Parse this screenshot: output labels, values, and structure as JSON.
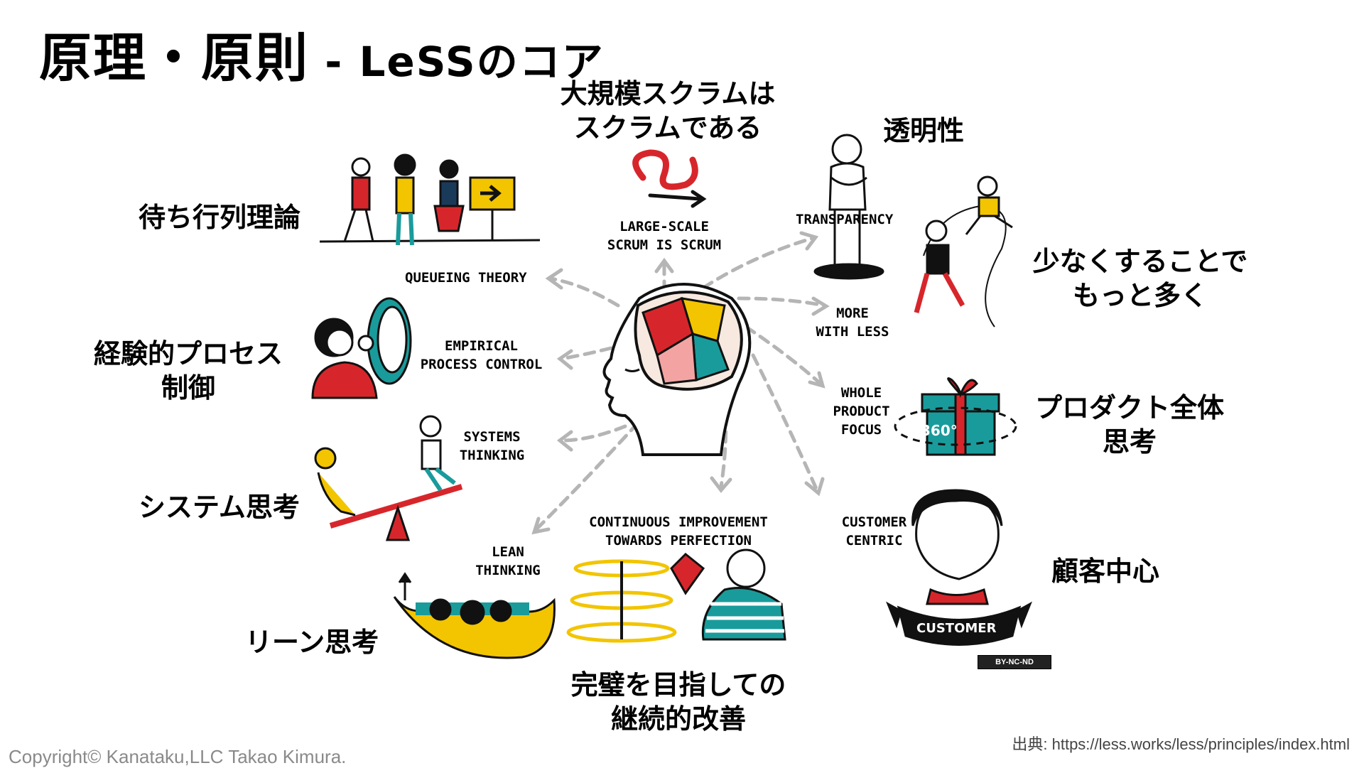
{
  "title": {
    "main": "原理・原則",
    "sub": " - LeSSのコア"
  },
  "principles": [
    {
      "id": "large-scale",
      "en": [
        "LARGE-SCALE",
        "SCRUM IS SCRUM"
      ],
      "jp": [
        "大規模スクラムは",
        "スクラムである"
      ]
    },
    {
      "id": "transparency",
      "en": [
        "TRANSPARENCY"
      ],
      "jp": [
        "透明性"
      ]
    },
    {
      "id": "more-with-less",
      "en": [
        "MORE",
        "WITH LESS"
      ],
      "jp": [
        "少なくすることで",
        "もっと多く"
      ]
    },
    {
      "id": "whole-product",
      "en": [
        "WHOLE",
        "PRODUCT",
        "FOCUS"
      ],
      "jp": [
        "プロダクト全体",
        "思考"
      ]
    },
    {
      "id": "customer-centric",
      "en": [
        "CUSTOMER",
        "CENTRIC"
      ],
      "jp": [
        "顧客中心"
      ]
    },
    {
      "id": "continuous-improvement",
      "en": [
        "CONTINUOUS IMPROVEMENT",
        "TOWARDS PERFECTION"
      ],
      "jp": [
        "完璧を目指しての",
        "継続的改善"
      ]
    },
    {
      "id": "lean-thinking",
      "en": [
        "LEAN",
        "THINKING"
      ],
      "jp": [
        "リーン思考"
      ]
    },
    {
      "id": "systems-thinking",
      "en": [
        "SYSTEMS",
        "THINKING"
      ],
      "jp": [
        "システム思考"
      ]
    },
    {
      "id": "empirical",
      "en": [
        "EMPIRICAL",
        "PROCESS CONTROL"
      ],
      "jp": [
        "経験的プロセス",
        "制御"
      ]
    },
    {
      "id": "queueing",
      "en": [
        "QUEUEING THEORY"
      ],
      "jp": [
        "待ち行列理論"
      ]
    }
  ],
  "illustration_text": {
    "gift_label": "360°",
    "banner_label": "CUSTOMER"
  },
  "license_badge": "BY-NC-ND",
  "footer": {
    "copyright": "Copyright© Kanataku,LLC Takao Kimura.",
    "source": "出典: https://less.works/less/principles/index.html"
  },
  "colors": {
    "red": "#d7262b",
    "yellow": "#f2c500",
    "teal": "#1a9b9b",
    "ink": "#111111",
    "arrow": "#b5b5b5"
  }
}
